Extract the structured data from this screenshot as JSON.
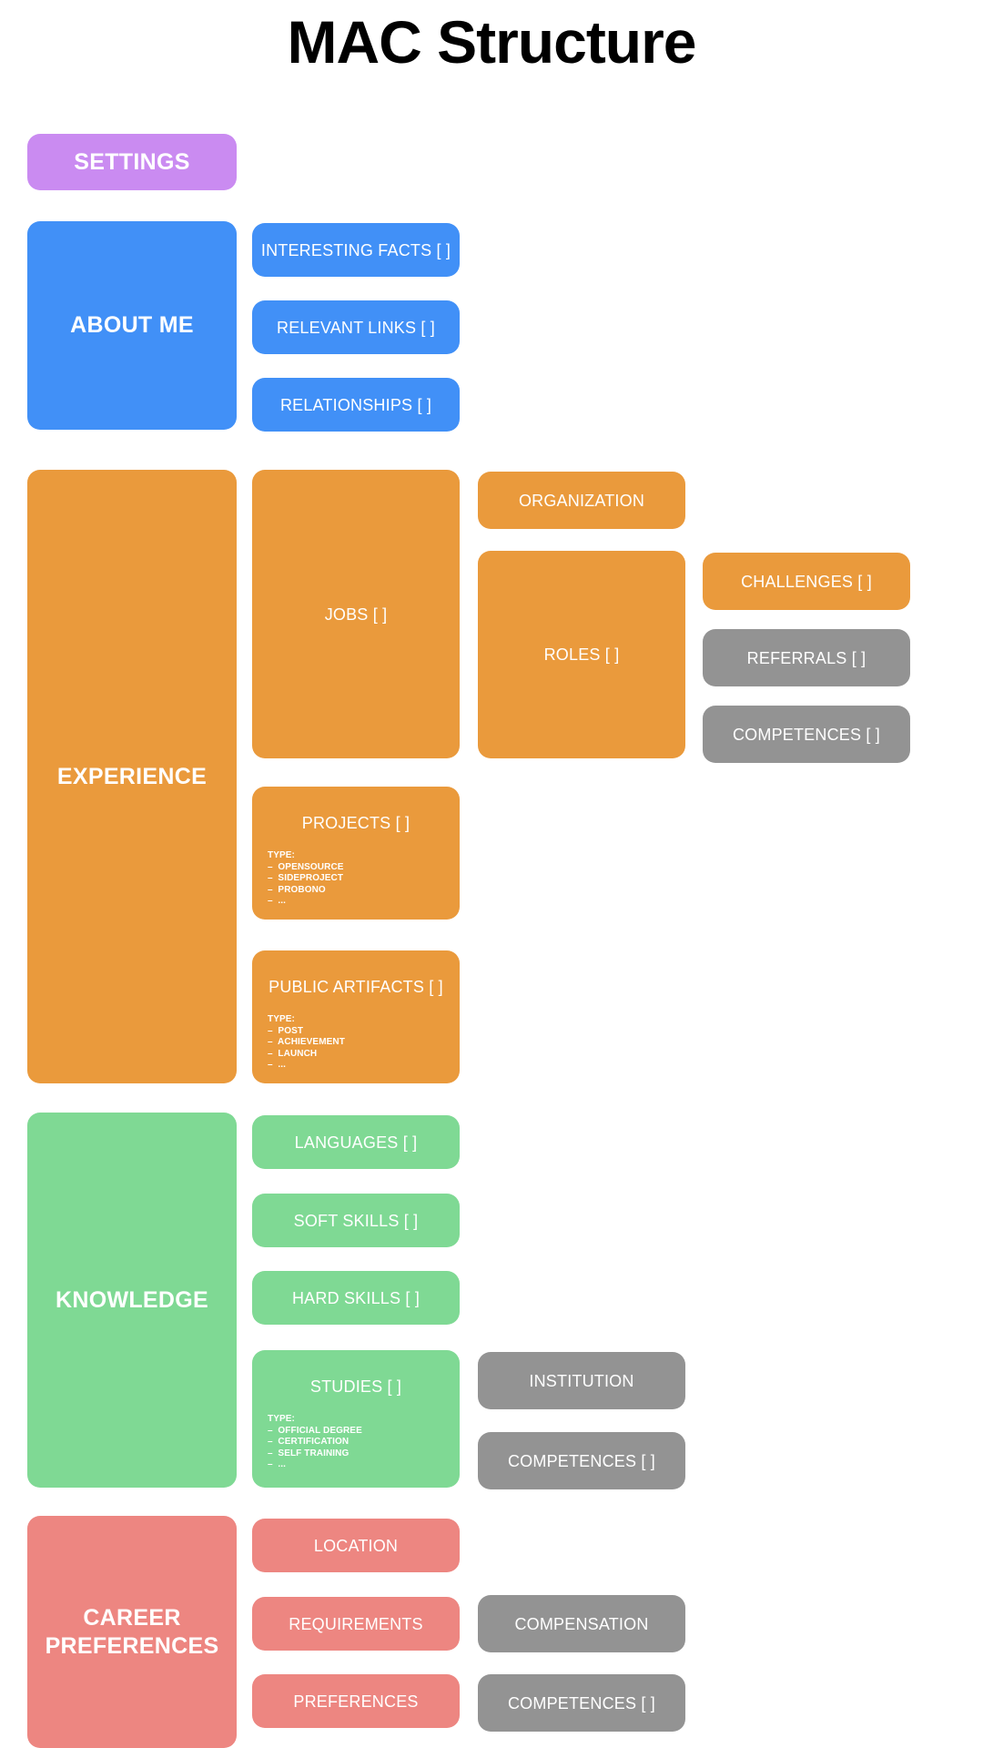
{
  "page": {
    "title": "MAC Structure",
    "background": "#ffffff"
  },
  "palette": {
    "purple": "#ca8bf1",
    "blue": "#4190f7",
    "orange": "#ea9a3c",
    "green": "#7fd994",
    "salmon": "#ed8681",
    "grey": "#939393",
    "text": "#ffffff",
    "title_text": "#000000"
  },
  "diagram": {
    "type": "block-hierarchy",
    "sections": [
      {
        "key": "settings",
        "label": "SETTINGS",
        "color": "#ca8bf1",
        "children": []
      },
      {
        "key": "about_me",
        "label": "ABOUT ME",
        "color": "#4190f7",
        "children": [
          {
            "key": "interesting_facts",
            "label": "INTERESTING FACTS [ ]",
            "color": "#4190f7"
          },
          {
            "key": "relevant_links",
            "label": "RELEVANT LINKS [ ]",
            "color": "#4190f7"
          },
          {
            "key": "relationships",
            "label": "RELATIONSHIPS [ ]",
            "color": "#4190f7"
          }
        ]
      },
      {
        "key": "experience",
        "label": "EXPERIENCE",
        "color": "#ea9a3c",
        "children": [
          {
            "key": "jobs",
            "label": "JOBS [ ]",
            "color": "#ea9a3c",
            "children": [
              {
                "key": "organization",
                "label": "ORGANIZATION",
                "color": "#ea9a3c"
              },
              {
                "key": "roles",
                "label": "ROLES [ ]",
                "color": "#ea9a3c",
                "children": [
                  {
                    "key": "challenges",
                    "label": "CHALLENGES [ ]",
                    "color": "#ea9a3c"
                  },
                  {
                    "key": "referrals",
                    "label": "REFERRALS [ ]",
                    "color": "#939393"
                  },
                  {
                    "key": "competences_roles",
                    "label": "COMPETENCES [ ]",
                    "color": "#939393"
                  }
                ]
              }
            ]
          },
          {
            "key": "projects",
            "label": "PROJECTS [ ]",
            "color": "#ea9a3c",
            "type_head": "TYPE:",
            "type_items": [
              "–  OPENSOURCE",
              "–  SIDEPROJECT",
              "–  PROBONO",
              "–  ..."
            ]
          },
          {
            "key": "public_artifacts",
            "label": "PUBLIC ARTIFACTS [ ]",
            "color": "#ea9a3c",
            "type_head": "TYPE:",
            "type_items": [
              "–  POST",
              "–  ACHIEVEMENT",
              "–  LAUNCH",
              "–  ..."
            ]
          }
        ]
      },
      {
        "key": "knowledge",
        "label": "KNOWLEDGE",
        "color": "#7fd994",
        "children": [
          {
            "key": "languages",
            "label": "LANGUAGES [ ]",
            "color": "#7fd994"
          },
          {
            "key": "soft_skills",
            "label": "SOFT SKILLS [ ]",
            "color": "#7fd994"
          },
          {
            "key": "hard_skills",
            "label": "HARD SKILLS [ ]",
            "color": "#7fd994"
          },
          {
            "key": "studies",
            "label": "STUDIES [ ]",
            "color": "#7fd994",
            "type_head": "TYPE:",
            "type_items": [
              "–  OFFICIAL DEGREE",
              "–  CERTIFICATION",
              "–  SELF TRAINING",
              "–  ..."
            ],
            "children": [
              {
                "key": "institution",
                "label": "INSTITUTION",
                "color": "#939393"
              },
              {
                "key": "competences_studies",
                "label": "COMPETENCES [ ]",
                "color": "#939393"
              }
            ]
          }
        ]
      },
      {
        "key": "career_preferences",
        "label": "CAREER\nPREFERENCES",
        "label_line1": "CAREER",
        "label_line2": "PREFERENCES",
        "color": "#ed8681",
        "children": [
          {
            "key": "location",
            "label": "LOCATION",
            "color": "#ed8681"
          },
          {
            "key": "requirements",
            "label": "REQUIREMENTS",
            "color": "#ed8681",
            "children": [
              {
                "key": "compensation",
                "label": "COMPENSATION",
                "color": "#939393"
              }
            ]
          },
          {
            "key": "preferences",
            "label": "PREFERENCES",
            "color": "#ed8681",
            "children": [
              {
                "key": "competences_preferences",
                "label": "COMPETENCES [ ]",
                "color": "#939393"
              }
            ]
          }
        ]
      }
    ]
  }
}
